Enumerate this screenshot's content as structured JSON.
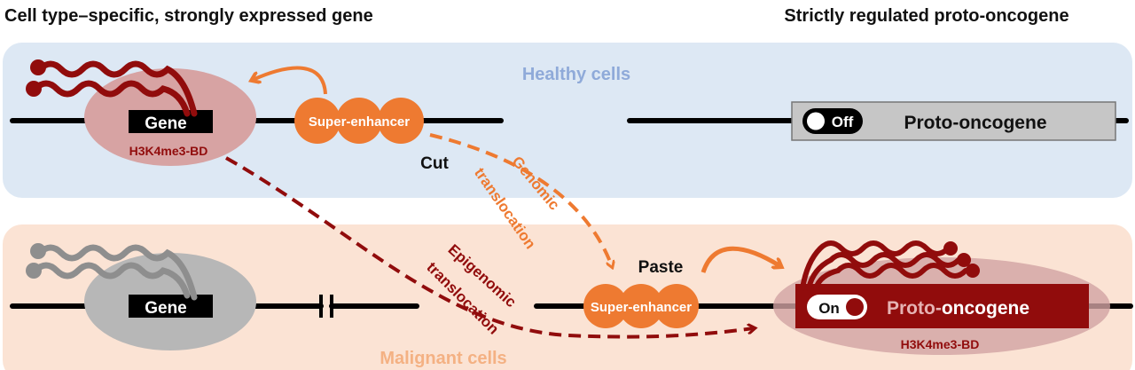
{
  "titles": {
    "left": "Cell type–specific, strongly expressed gene",
    "right": "Strictly regulated proto-oncogene"
  },
  "healthy": {
    "label": "Healthy cells",
    "gene": "Gene",
    "mark": "H3K4me3-BD",
    "enhancer": "Super-enhancer",
    "cut": "Cut",
    "toggle": "Off",
    "oncogene": "Proto-oncogene"
  },
  "malignant": {
    "label": "Malignant cells",
    "gene": "Gene",
    "enhancer": "Super-enhancer",
    "paste": "Paste",
    "toggle": "On",
    "onco_prefix": "Proto-",
    "onco_suffix": "oncogene",
    "mark": "H3K4me3-BD"
  },
  "translocations": {
    "genomic_1": "Genomic",
    "genomic_2": "translocation",
    "epi_1": "Epigenomic",
    "epi_2": "translocation"
  },
  "colors": {
    "healthy_bg": "#dde8f4",
    "malignant_bg": "#fbe3d4",
    "orange": "#ee7a31",
    "dark_red": "#910c0c",
    "mark_pink": "#d7a3a3",
    "grey": "#b7b7b7"
  }
}
